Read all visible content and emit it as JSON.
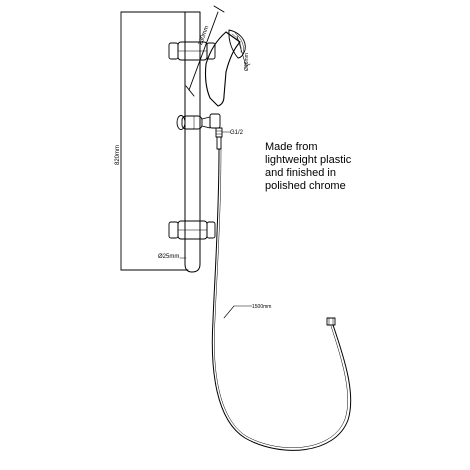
{
  "dimensions": {
    "rail_length": "820mm",
    "rail_diameter": "Ø25mm",
    "head_length": "230mm",
    "head_diameter": "Ø66mm",
    "thread": "G1/2",
    "hose_length": "1500mm"
  },
  "description": {
    "lines": [
      "Made from",
      "lightweight plastic",
      "and finished in",
      "polished chrome"
    ]
  }
}
